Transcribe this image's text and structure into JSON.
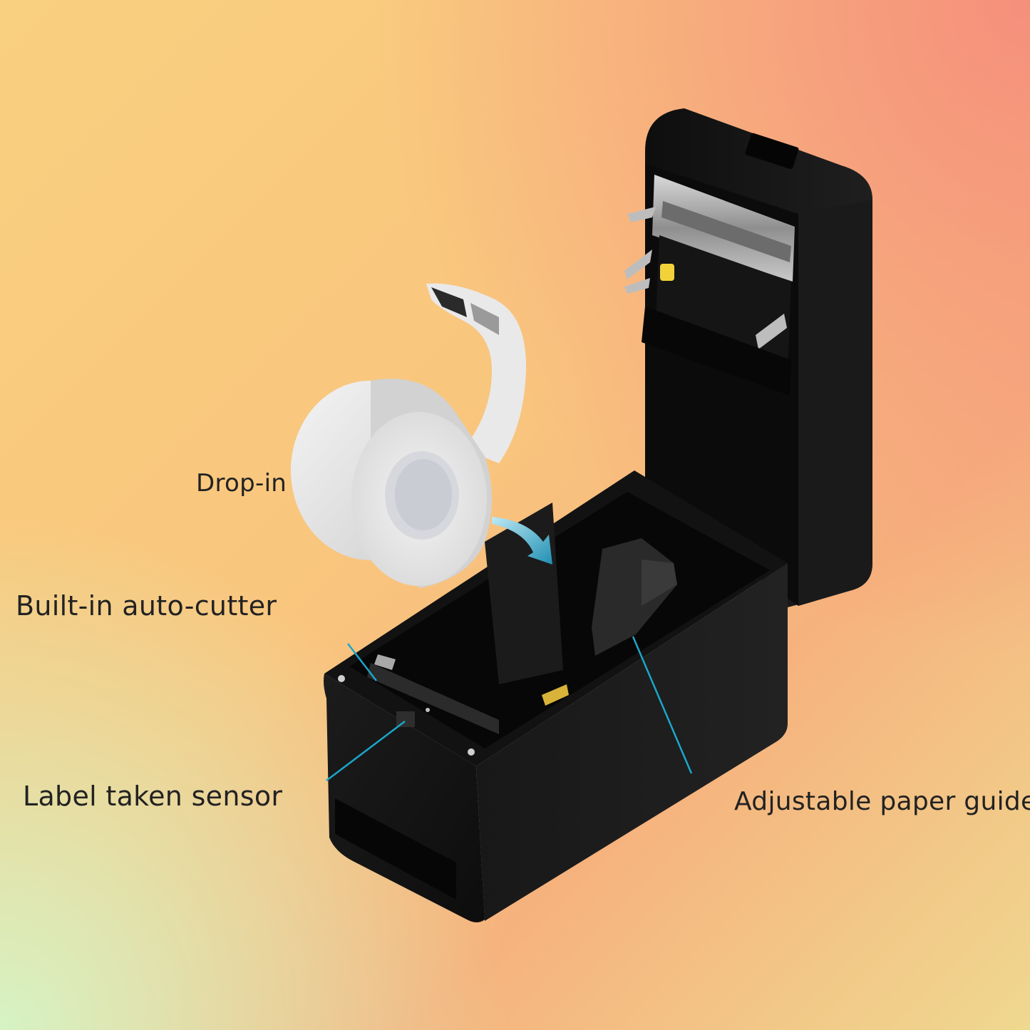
{
  "callouts": {
    "drop_in": "Drop-in",
    "auto_cutter": "Built-in auto-cutter",
    "label_taken_sensor": "Label taken sensor",
    "paper_guide": "Adjustable paper guide"
  },
  "colors": {
    "printer_body": "#141414",
    "leader_lines": "#1aa7c9",
    "sensor_button": "#f1d23a",
    "label_roll": "#e8e8e8"
  }
}
